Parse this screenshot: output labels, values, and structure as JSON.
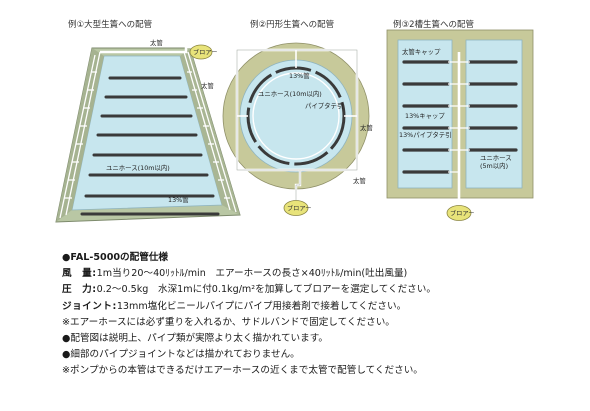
{
  "examples": {
    "ex1": {
      "title": "例①大型生簀への配管",
      "labels": {
        "main_pipe_top": "太管",
        "main_pipe_right": "太管",
        "unihose": "ユニホース(10m以内)",
        "thin_pipe": "13%管"
      },
      "blower": "ブロアー"
    },
    "ex2": {
      "title": "例②円形生簀への配管",
      "labels": {
        "thin_pipe": "13%管",
        "unihose": "ユニホース(10m以内)",
        "pipe_tee": "パイプタテ引",
        "main_pipe_right": "太管",
        "main_pipe_bottom": "太管"
      },
      "blower": "ブロアー"
    },
    "ex3": {
      "title": "例③2槽生簀への配管",
      "labels": {
        "main_cap": "太管キャップ",
        "cap_13": "13%キャップ",
        "pipe_tee": "13%パイプタテ引",
        "unihose": "ユニホース",
        "unihose_len": "(5m以内)"
      },
      "blower": "ブロアー"
    }
  },
  "spec": {
    "heading": "●FAL-5000の配管仕様",
    "lines": [
      {
        "key": "風　量:",
        "text": "1m当り20～40ﾘｯﾄﾙ/min　エアーホースの長さ×40ﾘｯﾄﾙ/min(吐出風量)"
      },
      {
        "key": "圧　力:",
        "text": "0.2～0.5kg　水深1mに付0.1kg/m²を加算してブロアーを選定してください。"
      },
      {
        "key": "ジョイント:",
        "text": "13mm塩化ビニールパイプにパイプ用接着剤で接着してください。"
      }
    ],
    "notes": [
      "※エアーホースには必ず重りを入れるか、サドルバンドで固定してください。",
      "●配管図は説明上、パイプ類が実際より太く描かれています。",
      "●細部のパイプジョイントなどは描かれておりません。",
      "※ポンプからの本管はできるだけエアーホースの近くまで太管で配管してください。"
    ]
  }
}
